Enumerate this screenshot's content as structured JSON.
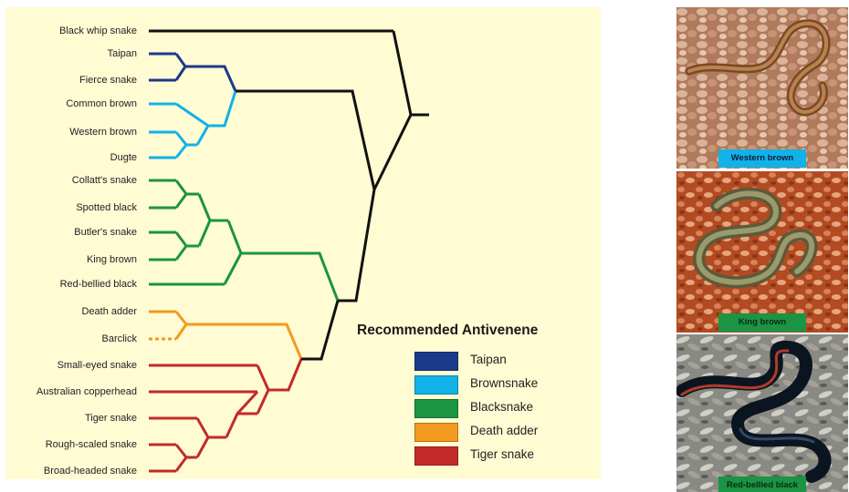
{
  "taxa": [
    {
      "label": "Black whip snake",
      "group": "outgroup"
    },
    {
      "label": "Taipan",
      "group": "taipan"
    },
    {
      "label": "Fierce snake",
      "group": "taipan"
    },
    {
      "label": "Common brown",
      "group": "brown"
    },
    {
      "label": "Western brown",
      "group": "brown"
    },
    {
      "label": "Dugte",
      "group": "brown"
    },
    {
      "label": "Collatt's snake",
      "group": "black"
    },
    {
      "label": "Spotted black",
      "group": "black"
    },
    {
      "label": "Butler's snake",
      "group": "black"
    },
    {
      "label": "King brown",
      "group": "black"
    },
    {
      "label": "Red-bellied black",
      "group": "black"
    },
    {
      "label": "Death adder",
      "group": "adder"
    },
    {
      "label": "Barclick",
      "group": "adder"
    },
    {
      "label": "Small-eyed snake",
      "group": "tiger"
    },
    {
      "label": "Australian copperhead",
      "group": "tiger"
    },
    {
      "label": "Tiger snake",
      "group": "tiger"
    },
    {
      "label": "Rough-scaled snake",
      "group": "tiger"
    },
    {
      "label": "Broad-headed snake",
      "group": "tiger"
    }
  ],
  "legend": {
    "title": "Recommended Antivenene",
    "items": [
      {
        "label": "Taipan",
        "color": "#1b3a8c"
      },
      {
        "label": "Brownsnake",
        "color": "#12b2e8"
      },
      {
        "label": "Blacksnake",
        "color": "#1b9443"
      },
      {
        "label": "Death adder",
        "color": "#f29a1f"
      },
      {
        "label": "Tiger snake",
        "color": "#c22a2a"
      }
    ]
  },
  "colors": {
    "outgroup": "#111111",
    "taipan": "#1b3a8c",
    "brown": "#12b2e8",
    "black": "#1b9443",
    "adder": "#f29a1f",
    "tiger": "#c22a2a",
    "panel_bg": "#fffbd3"
  },
  "photos": [
    {
      "caption": "Western brown",
      "caption_bg": "#12b2e8",
      "caption_color": "#0d1b3a",
      "scene": "brown-gravel"
    },
    {
      "caption": "King brown",
      "caption_bg": "#1b9443",
      "caption_color": "#0a2a12",
      "scene": "red-gravel"
    },
    {
      "caption": "Red-bellied black",
      "caption_bg": "#1b9443",
      "caption_color": "#0a2a12",
      "scene": "leaf-litter"
    }
  ]
}
